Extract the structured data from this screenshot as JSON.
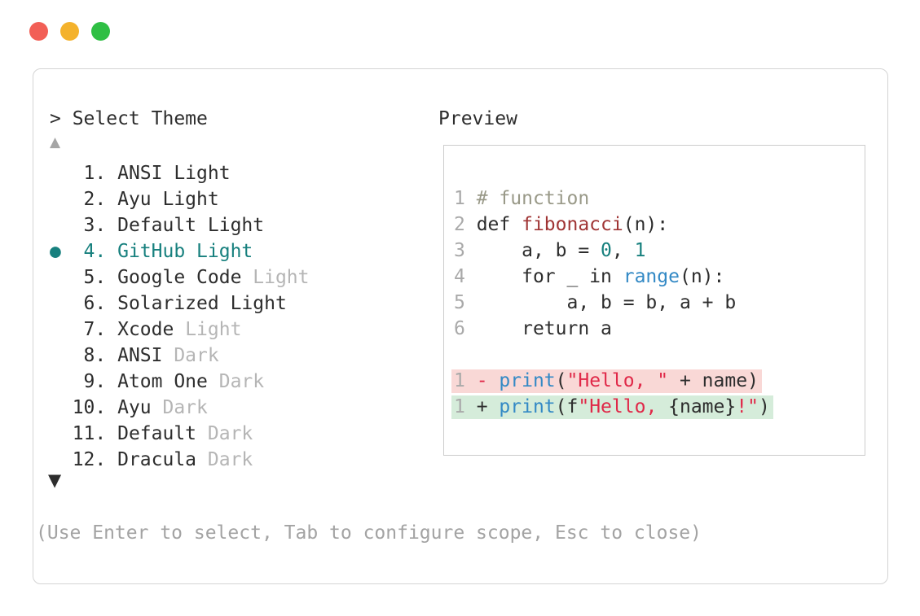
{
  "palette": {
    "tl-red": "#f25f56",
    "tl-yellow": "#f4b22c",
    "tl-green": "#2fbf44",
    "border": "#d4d4d4",
    "border-preview": "#cccccc",
    "text-dark": "#2d2d2d",
    "teal": "#17807e",
    "gray-secondary": "#b5b5b5",
    "gray-footer": "#a3a3a3",
    "gray-lineno": "#a9a9a9",
    "arrow-gray": "#a5a5a5",
    "comment": "#999988",
    "func-red": "#a03535",
    "builtin-blue": "#3389c5",
    "string-red": "#e02848",
    "diff-removed-bg": "#f9d8d6",
    "diff-added-bg": "#d5ecda"
  },
  "window_controls": {
    "close": "close",
    "minimize": "minimize",
    "zoom": "zoom"
  },
  "selector": {
    "title": "> Select Theme",
    "up_arrow": "▲",
    "down_arrow": "▼",
    "bullet": "●",
    "items": [
      {
        "num": "1",
        "name": "ANSI Light",
        "secondary": "",
        "selected": false
      },
      {
        "num": "2",
        "name": "Ayu Light",
        "secondary": "",
        "selected": false
      },
      {
        "num": "3",
        "name": "Default Light",
        "secondary": "",
        "selected": false
      },
      {
        "num": "4",
        "name": "GitHub Light",
        "secondary": "",
        "selected": true
      },
      {
        "num": "5",
        "name": "Google Code",
        "secondary": "Light",
        "selected": false
      },
      {
        "num": "6",
        "name": "Solarized Light",
        "secondary": "",
        "selected": false
      },
      {
        "num": "7",
        "name": "Xcode",
        "secondary": "Light",
        "selected": false
      },
      {
        "num": "8",
        "name": "ANSI",
        "secondary": "Dark",
        "selected": false
      },
      {
        "num": "9",
        "name": "Atom One",
        "secondary": "Dark",
        "selected": false
      },
      {
        "num": "10",
        "name": "Ayu",
        "secondary": "Dark",
        "selected": false
      },
      {
        "num": "11",
        "name": "Default",
        "secondary": "Dark",
        "selected": false
      },
      {
        "num": "12",
        "name": "Dracula",
        "secondary": "Dark",
        "selected": false
      }
    ],
    "footer": "(Use Enter to select, Tab to configure scope, Esc to close)"
  },
  "preview": {
    "label": "Preview",
    "code_lines": [
      {
        "num": "1",
        "tokens": [
          {
            "c": "comment",
            "t": "# function"
          }
        ]
      },
      {
        "num": "2",
        "tokens": [
          {
            "c": "keyword",
            "t": "def "
          },
          {
            "c": "func-def",
            "t": "fibonacci"
          },
          {
            "c": "plain",
            "t": "(n):"
          }
        ]
      },
      {
        "num": "3",
        "tokens": [
          {
            "c": "plain",
            "t": "    a, b = "
          },
          {
            "c": "number",
            "t": "0"
          },
          {
            "c": "plain",
            "t": ", "
          },
          {
            "c": "number",
            "t": "1"
          }
        ]
      },
      {
        "num": "4",
        "tokens": [
          {
            "c": "plain",
            "t": "    for _ in "
          },
          {
            "c": "builtin",
            "t": "range"
          },
          {
            "c": "plain",
            "t": "(n):"
          }
        ]
      },
      {
        "num": "5",
        "tokens": [
          {
            "c": "plain",
            "t": "        a, b = b, a + b"
          }
        ]
      },
      {
        "num": "6",
        "tokens": [
          {
            "c": "plain",
            "t": "    return a"
          }
        ]
      }
    ],
    "diff_lines": [
      {
        "num": "1",
        "bg": "removed",
        "tokens": [
          {
            "c": "diff-minus",
            "t": "- "
          },
          {
            "c": "builtin",
            "t": "print"
          },
          {
            "c": "plain",
            "t": "("
          },
          {
            "c": "string",
            "t": "\"Hello, \""
          },
          {
            "c": "plain",
            "t": " + name)"
          }
        ]
      },
      {
        "num": "1",
        "bg": "added",
        "tokens": [
          {
            "c": "diff-plus",
            "t": "+ "
          },
          {
            "c": "builtin",
            "t": "print"
          },
          {
            "c": "plain",
            "t": "(f"
          },
          {
            "c": "string",
            "t": "\"Hello, "
          },
          {
            "c": "plain",
            "t": "{name}"
          },
          {
            "c": "string",
            "t": "!\""
          },
          {
            "c": "plain",
            "t": ")"
          }
        ]
      }
    ]
  }
}
